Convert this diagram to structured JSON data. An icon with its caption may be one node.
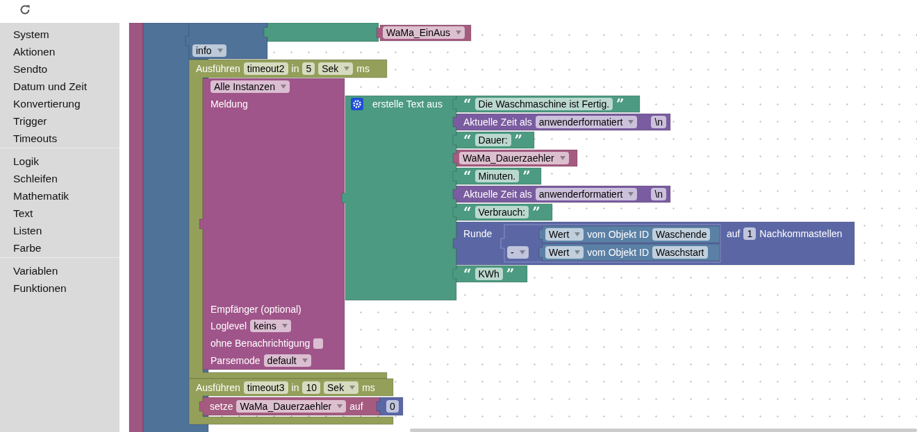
{
  "diagram": {
    "nodes": [
      {
        "text": [],
        "shape": "bar"
      },
      {
        "text": [],
        "shape": "bar"
      },
      {
        "text": [
          "info"
        ]
      },
      {
        "text": [],
        "shape": "box"
      },
      {
        "text": [
          "WaMa_EinAus"
        ]
      },
      {
        "text": [
          "Ausführen",
          "timeout2",
          "in",
          "5",
          "Sek",
          "ms"
        ]
      },
      {
        "text": [
          "Alle Instanzen",
          "Meldung",
          "Empfänger (optional)",
          "Loglevel",
          "keins",
          "ohne Benachrichtigung",
          "Parsemode",
          "default"
        ],
        "in": 5
      },
      {
        "text": [
          "erstelle Text aus"
        ]
      },
      {
        "text": [
          "“",
          "Die Waschmaschine ist Fertig.",
          "”"
        ]
      },
      {
        "text": [
          "Aktuelle Zeit als",
          "anwenderformatiert",
          "\\n"
        ]
      },
      {
        "text": [
          "“",
          "Dauer:",
          "”"
        ]
      },
      {
        "text": [
          "WaMa_Dauerzaehler"
        ]
      },
      {
        "text": [
          "“",
          "Minuten.",
          "”"
        ]
      },
      {
        "text": [
          "Aktuelle Zeit als",
          "anwenderformatiert",
          "\\n"
        ]
      },
      {
        "text": [
          "“",
          "Verbrauch:",
          "”"
        ]
      },
      {
        "text": [
          "Runde",
          "auf",
          "1",
          "Nachkommastellen"
        ]
      },
      {
        "text": [
          "-"
        ],
        "in": 15
      },
      {
        "text": [
          "Wert",
          "vom Objekt ID",
          "Waschende"
        ],
        "in": 16
      },
      {
        "text": [
          "Wert",
          "vom Objekt ID",
          "Waschstart"
        ],
        "in": 16
      },
      {
        "text": [
          "“",
          "KWh",
          "”"
        ]
      },
      {
        "text": [
          "Ausführen",
          "timeout3",
          "in",
          "10",
          "Sek",
          "ms"
        ]
      },
      {
        "text": [
          "setze",
          "WaMa_Dauerzaehler",
          "auf"
        ],
        "in": 20
      },
      {
        "text": [
          "0"
        ]
      }
    ],
    "labels": [
      "System",
      "Aktionen",
      "Sendto",
      "Datum und Zeit",
      "Konvertierung",
      "Trigger",
      "Timeouts",
      "Logik",
      "Schleifen",
      "Mathematik",
      "Text",
      "Listen",
      "Farbe",
      "Variablen",
      "Funktionen"
    ]
  }
}
